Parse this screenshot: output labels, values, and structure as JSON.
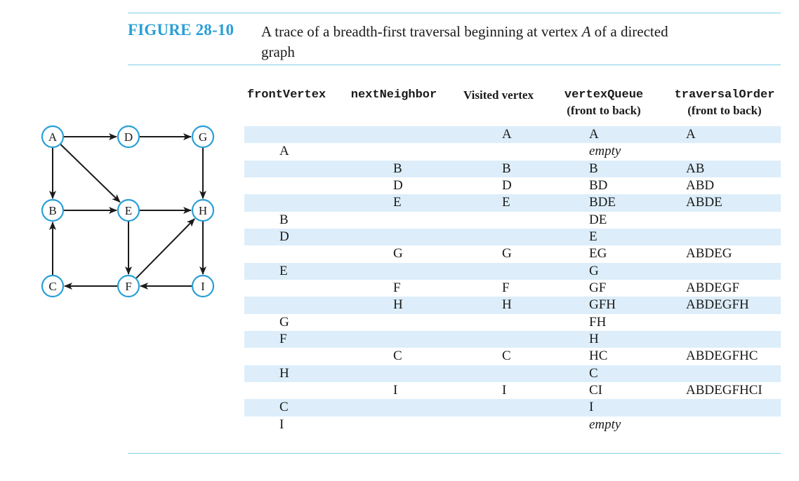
{
  "figure": {
    "label": "FIGURE 28-10",
    "caption_pre": "A trace of a breadth-first traversal beginning at vertex ",
    "caption_var": "A",
    "caption_post": " of a directed graph",
    "accent_color": "#2a9fd6",
    "rule_color": "#7fd0e4",
    "row_shade_color": "#ddeefa"
  },
  "graph": {
    "vertices": [
      "A",
      "D",
      "G",
      "B",
      "E",
      "H",
      "C",
      "F",
      "I"
    ],
    "edges": [
      [
        "A",
        "D"
      ],
      [
        "D",
        "G"
      ],
      [
        "A",
        "B"
      ],
      [
        "A",
        "E"
      ],
      [
        "G",
        "H"
      ],
      [
        "B",
        "E"
      ],
      [
        "E",
        "H"
      ],
      [
        "E",
        "F"
      ],
      [
        "H",
        "I"
      ],
      [
        "F",
        "H"
      ],
      [
        "C",
        "B"
      ],
      [
        "F",
        "C"
      ],
      [
        "I",
        "F"
      ]
    ]
  },
  "table": {
    "headers": {
      "front_vertex": "frontVertex",
      "next_neighbor": "nextNeighbor",
      "visited_vertex": "Visited vertex",
      "vertex_queue": "vertexQueue",
      "vertex_queue_sub": "(front to back)",
      "traversal_order": "traversalOrder",
      "traversal_order_sub": "(front to back)"
    },
    "rows": [
      {
        "front": "",
        "next": "",
        "visited": "A",
        "queue": "A",
        "order": "A"
      },
      {
        "front": "A",
        "next": "",
        "visited": "",
        "queue": "empty",
        "order": ""
      },
      {
        "front": "",
        "next": "B",
        "visited": "B",
        "queue": "B",
        "order": "AB"
      },
      {
        "front": "",
        "next": "D",
        "visited": "D",
        "queue": "BD",
        "order": "ABD"
      },
      {
        "front": "",
        "next": "E",
        "visited": "E",
        "queue": "BDE",
        "order": "ABDE"
      },
      {
        "front": "B",
        "next": "",
        "visited": "",
        "queue": "DE",
        "order": ""
      },
      {
        "front": "D",
        "next": "",
        "visited": "",
        "queue": "E",
        "order": ""
      },
      {
        "front": "",
        "next": "G",
        "visited": "G",
        "queue": "EG",
        "order": "ABDEG"
      },
      {
        "front": "E",
        "next": "",
        "visited": "",
        "queue": "G",
        "order": ""
      },
      {
        "front": "",
        "next": "F",
        "visited": "F",
        "queue": "GF",
        "order": "ABDEGF"
      },
      {
        "front": "",
        "next": "H",
        "visited": "H",
        "queue": "GFH",
        "order": "ABDEGFH"
      },
      {
        "front": "G",
        "next": "",
        "visited": "",
        "queue": "FH",
        "order": ""
      },
      {
        "front": "F",
        "next": "",
        "visited": "",
        "queue": "H",
        "order": ""
      },
      {
        "front": "",
        "next": "C",
        "visited": "C",
        "queue": "HC",
        "order": "ABDEGFHC"
      },
      {
        "front": "H",
        "next": "",
        "visited": "",
        "queue": "C",
        "order": ""
      },
      {
        "front": "",
        "next": "I",
        "visited": "I",
        "queue": "CI",
        "order": "ABDEGFHCI"
      },
      {
        "front": "C",
        "next": "",
        "visited": "",
        "queue": "I",
        "order": ""
      },
      {
        "front": "I",
        "next": "",
        "visited": "",
        "queue": "empty",
        "order": ""
      }
    ]
  }
}
